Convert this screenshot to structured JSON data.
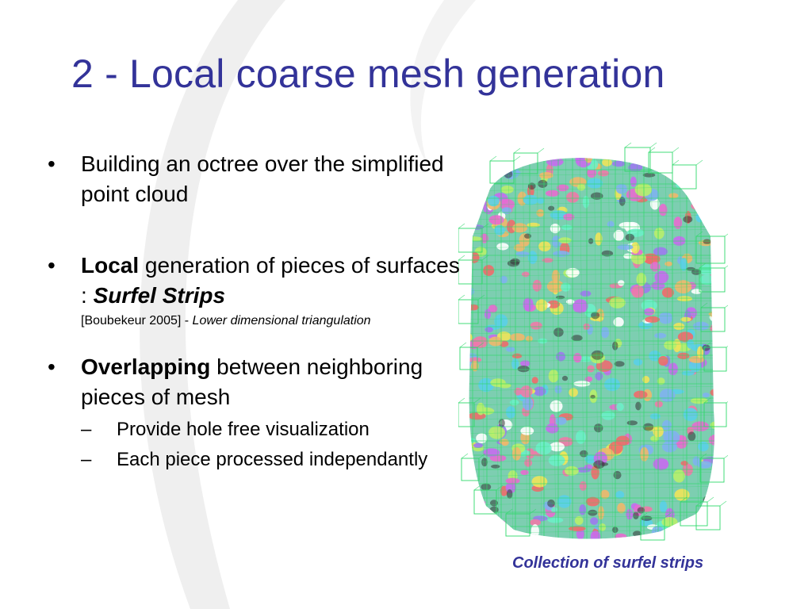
{
  "slide": {
    "title": "2 - Local coarse mesh generation",
    "bullets": [
      {
        "text": "Building an octree over the simplified point cloud"
      },
      {
        "bold": "Local",
        "text_after_bold": " generation of pieces of surfaces : ",
        "bold_italic": "Surfel Strips",
        "ref_prefix": "[Boubekeur 2005] - ",
        "ref_italic": "Lower dimensional triangulation"
      },
      {
        "bold": "Overlapping",
        "text_after_bold": " between neighboring pieces of mesh",
        "subbullets": [
          "Provide hole free visualization",
          "Each piece processed independantly"
        ]
      }
    ],
    "bullet_symbol": "•",
    "sub_symbol": "–",
    "figure_caption": "Collection of surfel strips"
  },
  "colors": {
    "title": "#333399",
    "caption": "#333399",
    "octree_lines": "#2fd96a",
    "swoosh": "#eeeeee"
  }
}
